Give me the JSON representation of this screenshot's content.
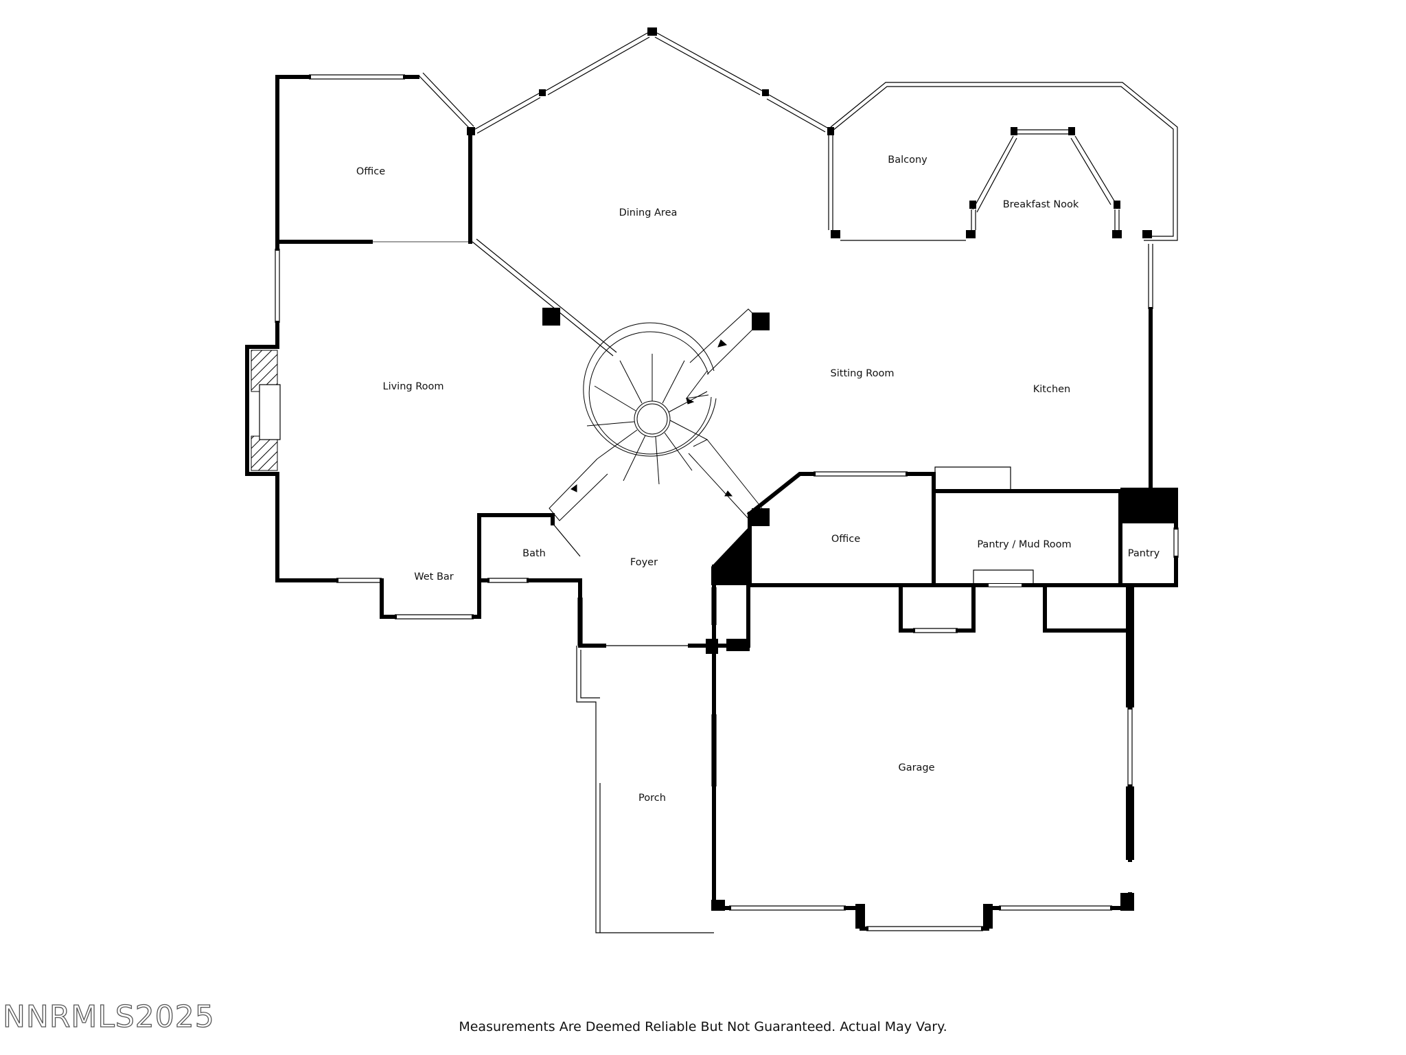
{
  "rooms": {
    "office_upper": "Office",
    "dining_area": "Dining Area",
    "balcony": "Balcony",
    "breakfast_nook": "Breakfast Nook",
    "living_room": "Living Room",
    "sitting_room": "Sitting Room",
    "kitchen": "Kitchen",
    "office_lower": "Office",
    "pantry_mud_room": "Pantry / Mud Room",
    "pantry": "Pantry",
    "bath": "Bath",
    "foyer": "Foyer",
    "wet_bar": "Wet Bar",
    "garage": "Garage",
    "porch": "Porch"
  },
  "footer": {
    "disclaimer": "Measurements Are Deemed Reliable But Not Guaranteed. Actual May Vary."
  },
  "watermark": {
    "text": "NNRMLS2025"
  },
  "colors": {
    "wall": "#000000",
    "window": "#ffffff",
    "background": "#ffffff"
  }
}
